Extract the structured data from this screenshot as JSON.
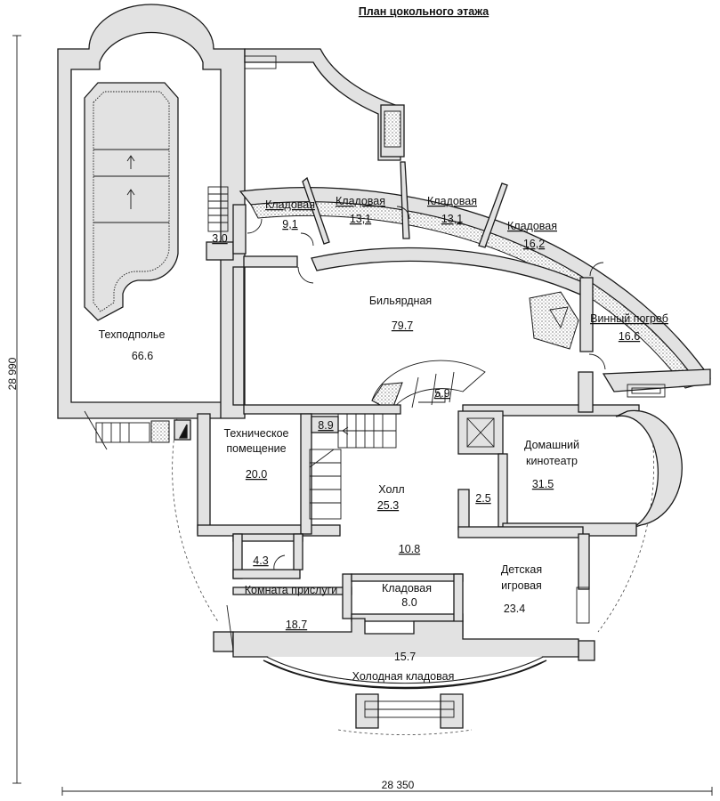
{
  "title": "План цокольного этажа",
  "dimensions": {
    "width": "28 350",
    "height": "28 990"
  },
  "rooms": {
    "tekhpodpole": {
      "name": "Техподполье",
      "area": "66.6"
    },
    "stair_small": {
      "area": "3.0"
    },
    "kladovaya_1": {
      "name": "Кладовая",
      "area": "9,1"
    },
    "kladovaya_2": {
      "name": "Кладовая",
      "area": "13,1"
    },
    "kladovaya_3": {
      "name": "Кладовая",
      "area": "13,1"
    },
    "kladovaya_4": {
      "name": "Кладовая",
      "area": "16,2"
    },
    "bilyardnaya": {
      "name": "Бильярдная",
      "area": "79.7"
    },
    "vinny_pogreb": {
      "name": "Винный погреб",
      "area": "16.6"
    },
    "stair_spiral": {
      "area": "5.9"
    },
    "tekh_pomeshchenie": {
      "name_line1": "Техническое",
      "name_line2": "помещение",
      "area": "20.0"
    },
    "stair_main": {
      "area": "8.9"
    },
    "kholl": {
      "name": "Холл",
      "area": "25.3"
    },
    "domashny_kinoteatr": {
      "name_line1": "Домашний",
      "name_line2": "кинотеатр",
      "area": "31.5"
    },
    "small_room": {
      "area": "2.5"
    },
    "bathroom": {
      "area": "4.3"
    },
    "corridor": {
      "area": "10.8"
    },
    "komnata_prislugi": {
      "name": "Комната прислуги",
      "area": "18.7"
    },
    "kladovaya_5": {
      "name": "Кладовая",
      "area": "8.0"
    },
    "detskaya": {
      "name_line1": "Детская",
      "name_line2": "игровая",
      "area": "23.4"
    },
    "kholodnaya_kladovaya": {
      "name": "Холодная кладовая",
      "area": "15.7"
    }
  }
}
